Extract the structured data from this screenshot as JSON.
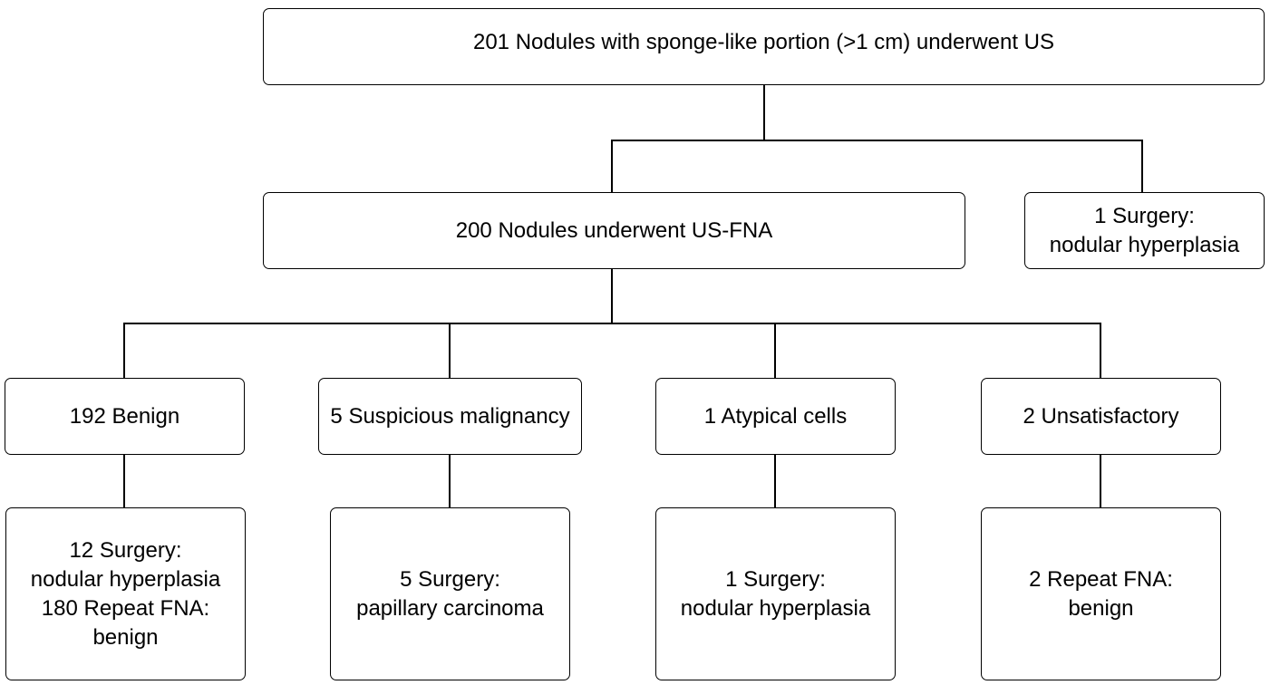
{
  "nodes": {
    "root": {
      "lines": [
        "201 Nodules with sponge-like portion (>1 cm) underwent US"
      ]
    },
    "fna": {
      "lines": [
        "200 Nodules underwent US-FNA"
      ]
    },
    "surgery_top": {
      "lines": [
        "1 Surgery:",
        "nodular hyperplasia"
      ]
    },
    "benign": {
      "lines": [
        "192 Benign"
      ]
    },
    "suspicious": {
      "lines": [
        "5 Suspicious malignancy"
      ]
    },
    "atypical": {
      "lines": [
        "1 Atypical cells"
      ]
    },
    "unsatisfactory": {
      "lines": [
        "2 Unsatisfactory"
      ]
    },
    "benign_outcome": {
      "lines": [
        "12 Surgery:",
        "nodular hyperplasia",
        "180 Repeat FNA:",
        "benign"
      ]
    },
    "suspicious_outcome": {
      "lines": [
        "5 Surgery:",
        "papillary carcinoma"
      ]
    },
    "atypical_outcome": {
      "lines": [
        "1 Surgery:",
        "nodular hyperplasia"
      ]
    },
    "unsatisfactory_outcome": {
      "lines": [
        "2 Repeat FNA:",
        "benign"
      ]
    }
  },
  "edges": [
    {
      "from": "root",
      "to": "fna"
    },
    {
      "from": "root",
      "to": "surgery_top"
    },
    {
      "from": "fna",
      "to": "benign"
    },
    {
      "from": "fna",
      "to": "suspicious"
    },
    {
      "from": "fna",
      "to": "atypical"
    },
    {
      "from": "fna",
      "to": "unsatisfactory"
    },
    {
      "from": "benign",
      "to": "benign_outcome"
    },
    {
      "from": "suspicious",
      "to": "suspicious_outcome"
    },
    {
      "from": "atypical",
      "to": "atypical_outcome"
    },
    {
      "from": "unsatisfactory",
      "to": "unsatisfactory_outcome"
    }
  ]
}
